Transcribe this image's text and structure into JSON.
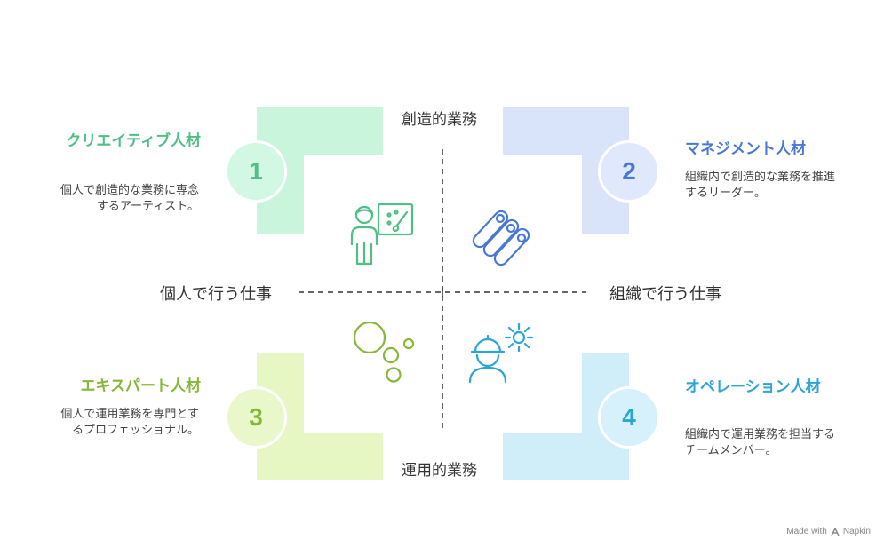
{
  "axes": {
    "top": "創造的業務",
    "bottom": "運用的業務",
    "left": "個人で行う仕事",
    "right": "組織で行う仕事"
  },
  "quadrants": [
    {
      "number": "1",
      "title": "クリエイティブ人材",
      "description": "個人で創造的な業務に専念するアーティスト。",
      "color": "#4fbf86",
      "fill": "#c9f5dd",
      "circle": "#d2f7e3",
      "icon": "artist-icon"
    },
    {
      "number": "2",
      "title": "マネジメント人材",
      "description": "組織内で創造的な業務を推進するリーダー。",
      "color": "#4a78d6",
      "fill": "#d9e4fb",
      "circle": "#dfe8fc",
      "icon": "chain-links-icon"
    },
    {
      "number": "3",
      "title": "エキスパート人材",
      "description": "個人で運用業務を専門とするプロフェッショナル。",
      "color": "#85b838",
      "fill": "#e6f7c4",
      "circle": "#e9f8cb",
      "icon": "bubbles-icon"
    },
    {
      "number": "4",
      "title": "オペレーション人材",
      "description": "組織内で運用業務を担当するチームメンバー。",
      "color": "#2aa5d8",
      "fill": "#cfeefa",
      "circle": "#d6f1fb",
      "icon": "worker-gear-icon"
    }
  ],
  "footer": {
    "made_with": "Made with",
    "brand": "Napkin"
  }
}
